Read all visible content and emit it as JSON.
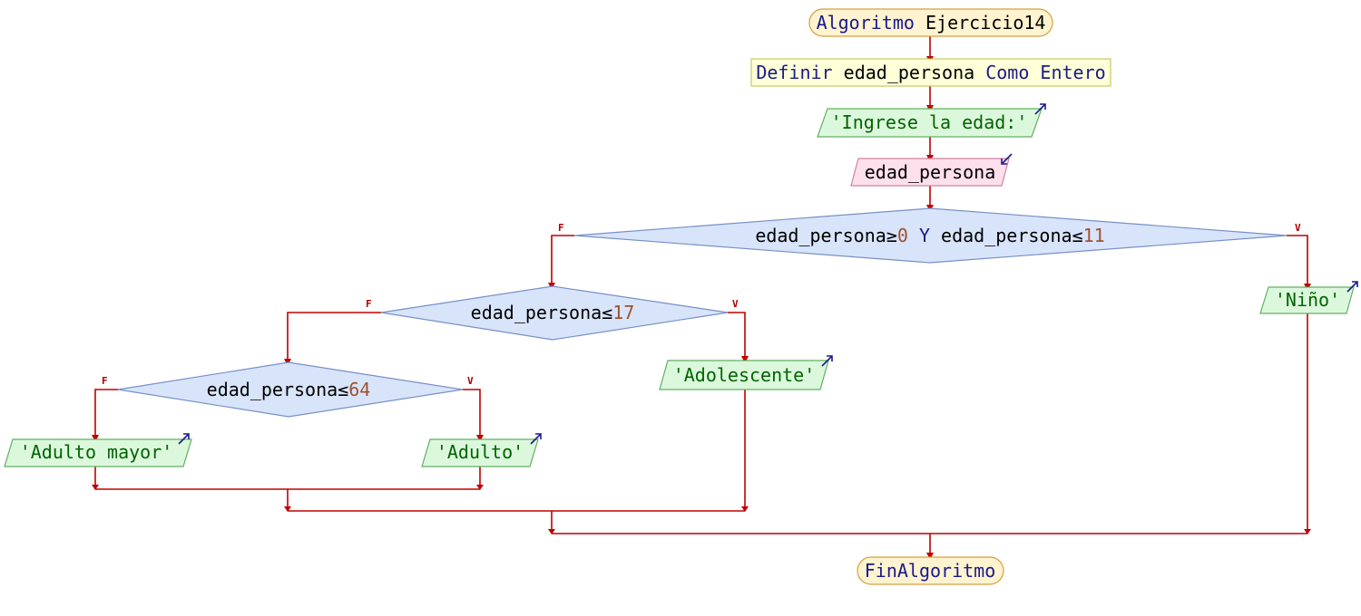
{
  "colors": {
    "keyword": "#1a1a8c",
    "string": "#006400",
    "number": "#a0522d",
    "line": "#c00000",
    "terminal_fill": "#fff3d0",
    "terminal_stroke": "#d4a040",
    "define_fill": "#ffffd8",
    "define_stroke": "#c8c860",
    "output_fill": "#dcf8dc",
    "output_stroke": "#60b060",
    "input_fill": "#fde0ec",
    "input_stroke": "#d080a0",
    "decision_fill": "#d8e4fa",
    "decision_stroke": "#7890c8"
  },
  "start": {
    "keyword": "Algoritmo",
    "name": "Ejercicio14"
  },
  "define": {
    "kw1": "Definir",
    "var": "edad_persona",
    "kw2": "Como",
    "type": "Entero"
  },
  "output_prompt": "'Ingrese la edad:'",
  "input_var": "edad_persona",
  "decision1": {
    "a": "edad_persona≥",
    "b": "0",
    "c": " Y ",
    "d": "edad_persona≤",
    "e": "11",
    "false_label": "F",
    "true_label": "V"
  },
  "decision2": {
    "a": "edad_persona≤",
    "b": "17",
    "false_label": "F",
    "true_label": "V"
  },
  "decision3": {
    "a": "edad_persona≤",
    "b": "64",
    "false_label": "F",
    "true_label": "V"
  },
  "out_nino": "'Niño'",
  "out_adolescente": "'Adolescente'",
  "out_adulto_mayor": "'Adulto mayor'",
  "out_adulto": "'Adulto'",
  "end": "FinAlgoritmo"
}
